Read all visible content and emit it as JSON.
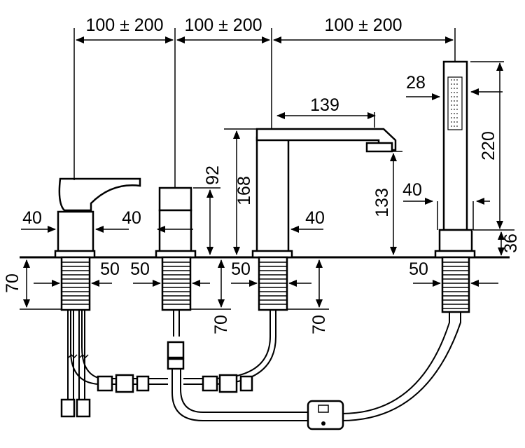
{
  "dimensions": {
    "spacing_1": "100 ± 200",
    "spacing_2": "100 ± 200",
    "spacing_3": "100 ± 200",
    "spout_reach": "139",
    "handshower_width": "28",
    "handshower_length": "220",
    "mixer_body_width": "40",
    "control_body_width": "40",
    "spout_body_width": "40",
    "handshower_holder_width": "40",
    "control_height": "92",
    "spout_height": "168",
    "spout_outlet_height": "133",
    "holder_height": "36",
    "shank_mixer": "50",
    "shank_control": "50",
    "shank_spout": "50",
    "shank_holder": "50",
    "thread_mixer": "70",
    "thread_control": "70",
    "thread_spout": "70"
  }
}
